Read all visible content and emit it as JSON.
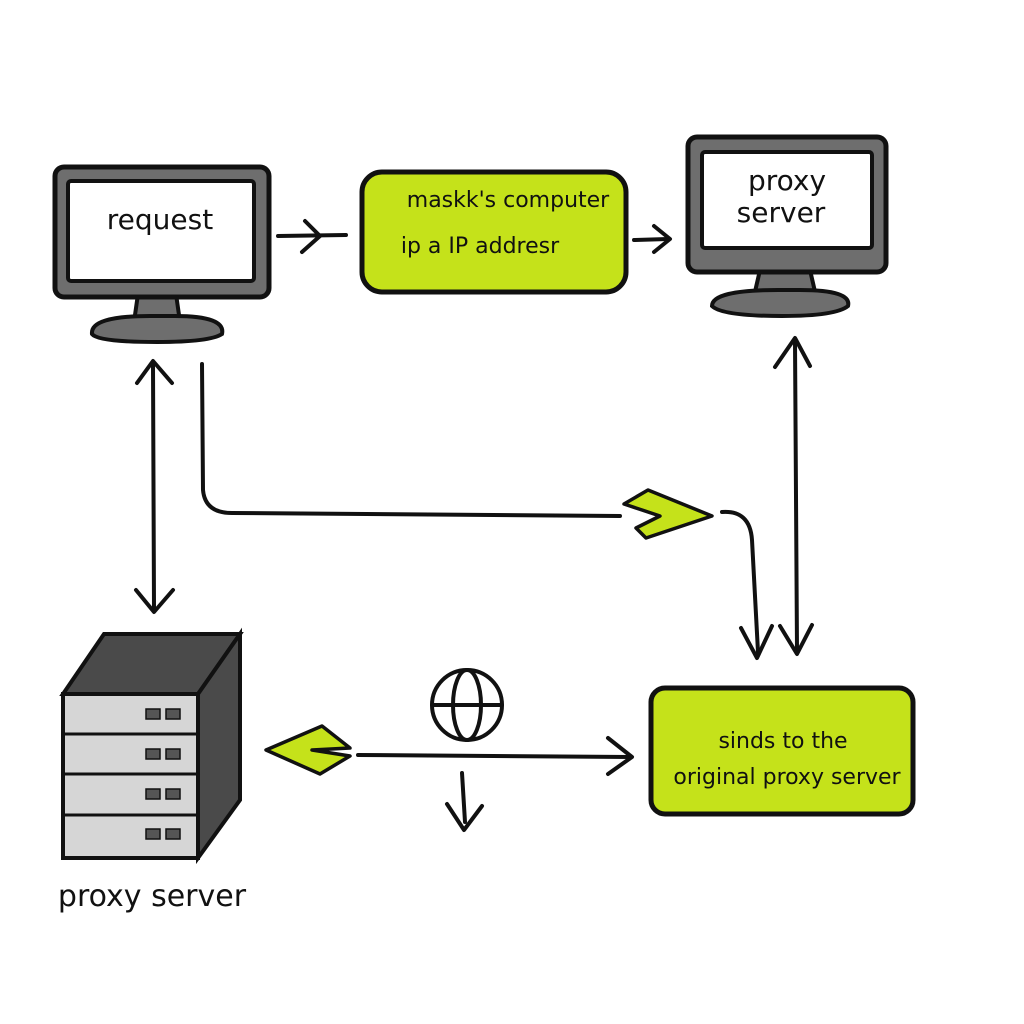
{
  "diagram": {
    "nodes": {
      "request_monitor": {
        "label": "request"
      },
      "mask_box": {
        "line1": "maskk's computer",
        "line2": "ip a IP addresr"
      },
      "proxy_monitor": {
        "line1": "proxy",
        "line2": "server"
      },
      "sends_box": {
        "line1": "sinds to the",
        "line2": "original proxy server"
      },
      "server_rack": {
        "label": "proxy server"
      }
    },
    "colors": {
      "accent": "#c5e21a",
      "outline": "#111111",
      "monitor_gray": "#6e6e6e",
      "server_dark": "#4a4a4a",
      "server_front": "#d6d6d6",
      "background": "#ffffff"
    },
    "icons": [
      "desktop-monitor-icon",
      "server-rack-icon",
      "globe-icon",
      "arrow-icon"
    ]
  }
}
